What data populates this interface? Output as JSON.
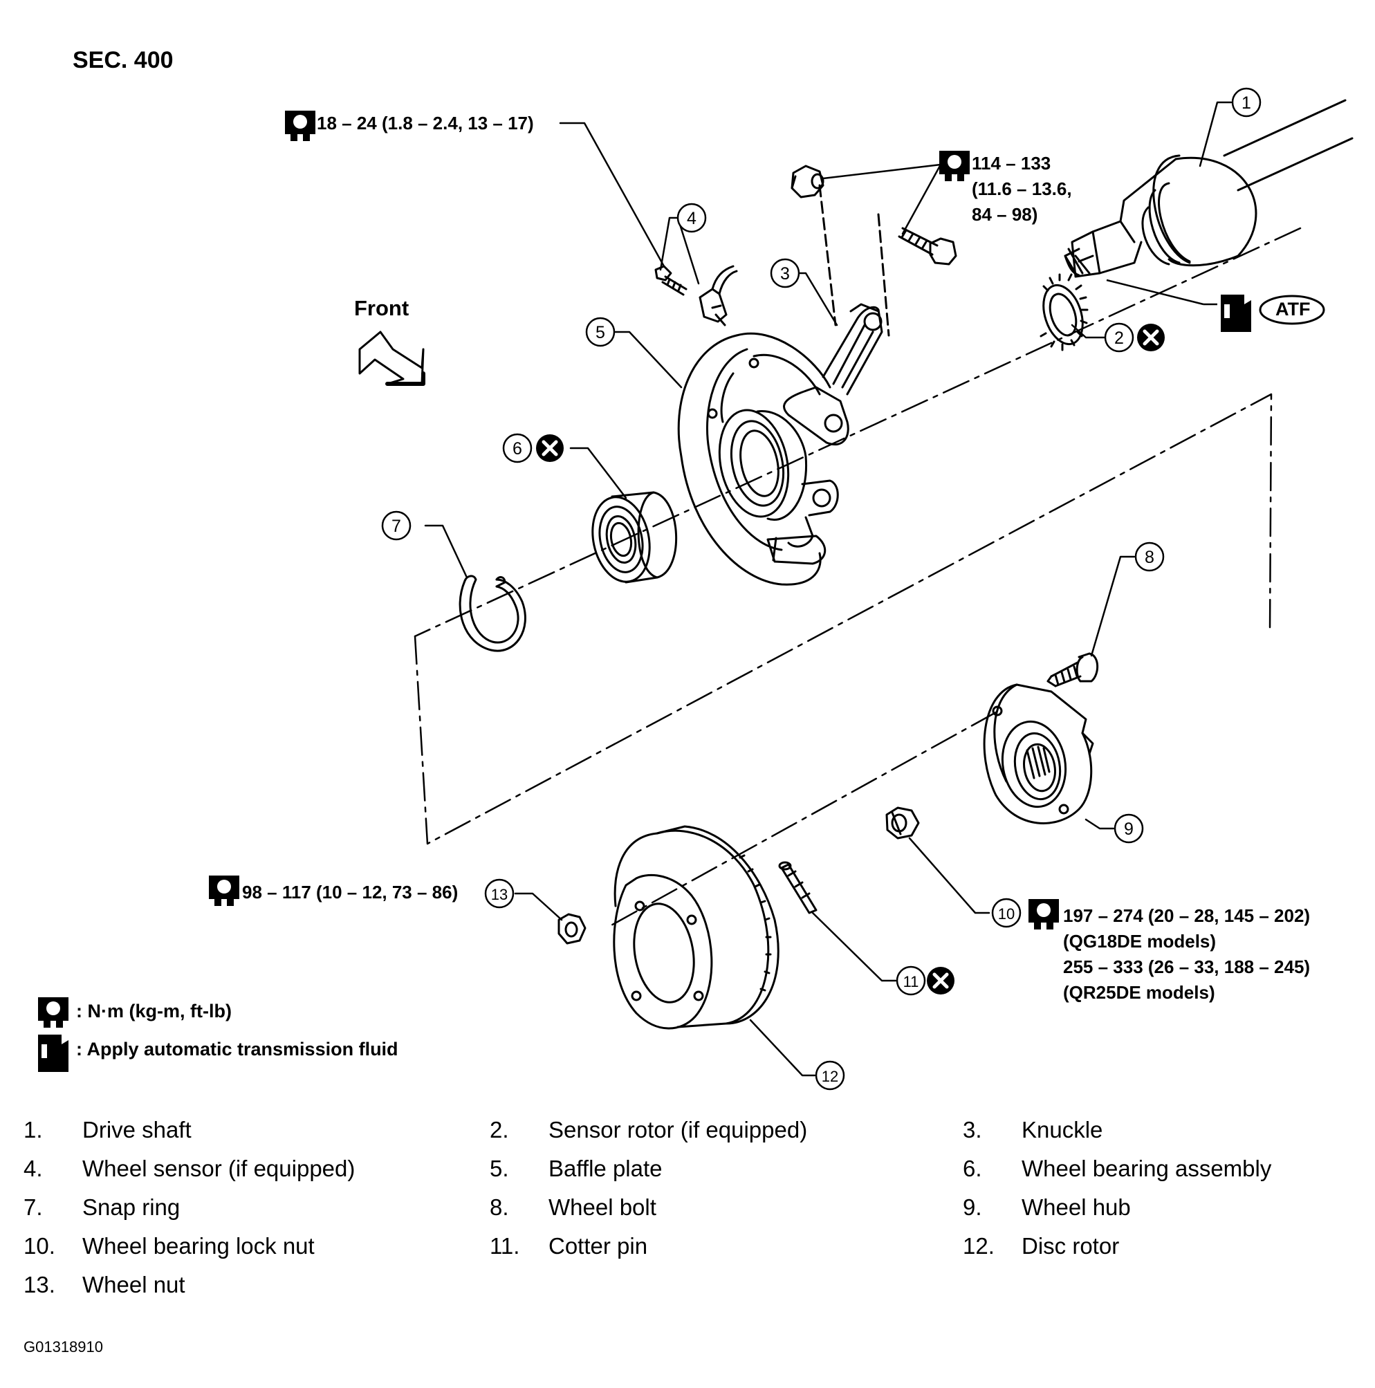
{
  "section": "SEC. 400",
  "front_label": "Front",
  "torques": {
    "wheel_sensor": "18 – 24 (1.8 – 2.4, 13 – 17)",
    "knuckle_nut_bolt": [
      "114 – 133",
      "(11.6 – 13.6,",
      "84 – 98)"
    ],
    "wheel_nut": "98 – 117 (10 – 12, 73 – 86)",
    "lock_nut": [
      "197 – 274 (20 – 28, 145 – 202)",
      "(QG18DE models)",
      "255 – 333 (26 – 33, 188 – 245)",
      "(QR25DE models)"
    ]
  },
  "atf_badge": "ATF",
  "legend": {
    "torque_unit": ": N·m (kg-m, ft-lb)",
    "fluid": ": Apply automatic transmission fluid"
  },
  "callouts": [
    "1",
    "2",
    "3",
    "4",
    "5",
    "6",
    "7",
    "8",
    "9",
    "10",
    "11",
    "12",
    "13"
  ],
  "parts": [
    {
      "num": "1.",
      "name": "Drive shaft"
    },
    {
      "num": "2.",
      "name": "Sensor rotor (if equipped)"
    },
    {
      "num": "3.",
      "name": "Knuckle"
    },
    {
      "num": "4.",
      "name": "Wheel sensor (if equipped)"
    },
    {
      "num": "5.",
      "name": "Baffle plate"
    },
    {
      "num": "6.",
      "name": "Wheel bearing assembly"
    },
    {
      "num": "7.",
      "name": "Snap ring"
    },
    {
      "num": "8.",
      "name": "Wheel bolt"
    },
    {
      "num": "9.",
      "name": "Wheel hub"
    },
    {
      "num": "10.",
      "name": "Wheel bearing lock nut"
    },
    {
      "num": "11.",
      "name": "Cotter pin"
    },
    {
      "num": "12.",
      "name": "Disc rotor"
    },
    {
      "num": "13.",
      "name": "Wheel nut"
    }
  ],
  "figure_id": "G01318910",
  "icons": [
    "torque-wrench-icon",
    "fluid-can-icon",
    "no-reuse-icon",
    "front-arrow-icon"
  ]
}
